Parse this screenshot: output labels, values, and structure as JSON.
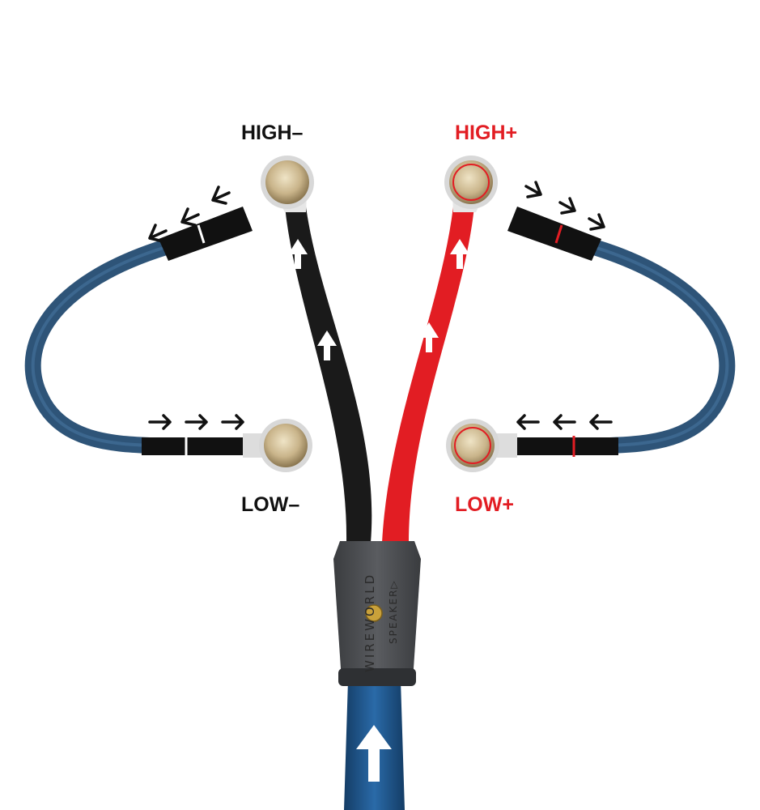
{
  "labels": {
    "high_minus": "HIGH–",
    "high_plus": "HIGH+",
    "low_minus": "LOW–",
    "low_plus": "LOW+"
  },
  "splitter": {
    "brand": "WIREWORLD",
    "model": "SPEAKER▷"
  },
  "colors": {
    "negative": "#1a1a1a",
    "positive": "#e21d23",
    "jumper_blue": "#2e5478",
    "main_cable_blue": "#1f5a92",
    "terminal_gold": "#c9b48a",
    "splitter_gray": "#4b4d50"
  }
}
